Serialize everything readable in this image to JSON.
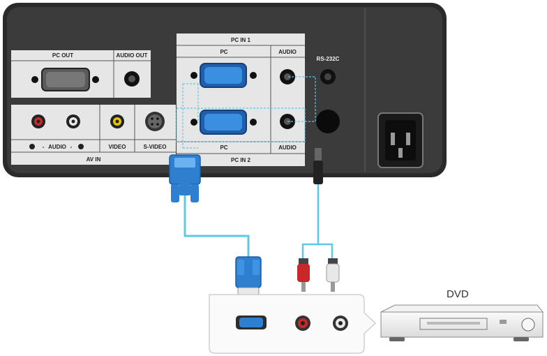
{
  "panel": {
    "pc_out_label": "PC OUT",
    "audio_out_label": "AUDIO OUT",
    "pc_in1_label": "PC IN 1",
    "pc_in1_pc_label": "PC",
    "pc_in1_audio_label": "AUDIO",
    "rs232c_label": "RS-232C",
    "audio_av_label": "AUDIO",
    "video_label": "VIDEO",
    "svideo_label": "S-VIDEO",
    "av_in_label": "AV IN",
    "pc_in2_pc_label": "PC",
    "pc_in2_audio_label": "AUDIO",
    "pc_in2_label": "PC IN 2"
  },
  "device": {
    "name": "DVD"
  },
  "colors": {
    "panel_body": "#3b3b3b",
    "panel_light": "#e6e6e6",
    "cable": "#5ec8e6",
    "vga_blue": "#2f7fd0",
    "rca_red": "#c8282a",
    "rca_white": "#e8e8e8",
    "video_yellow": "#e8c400"
  }
}
